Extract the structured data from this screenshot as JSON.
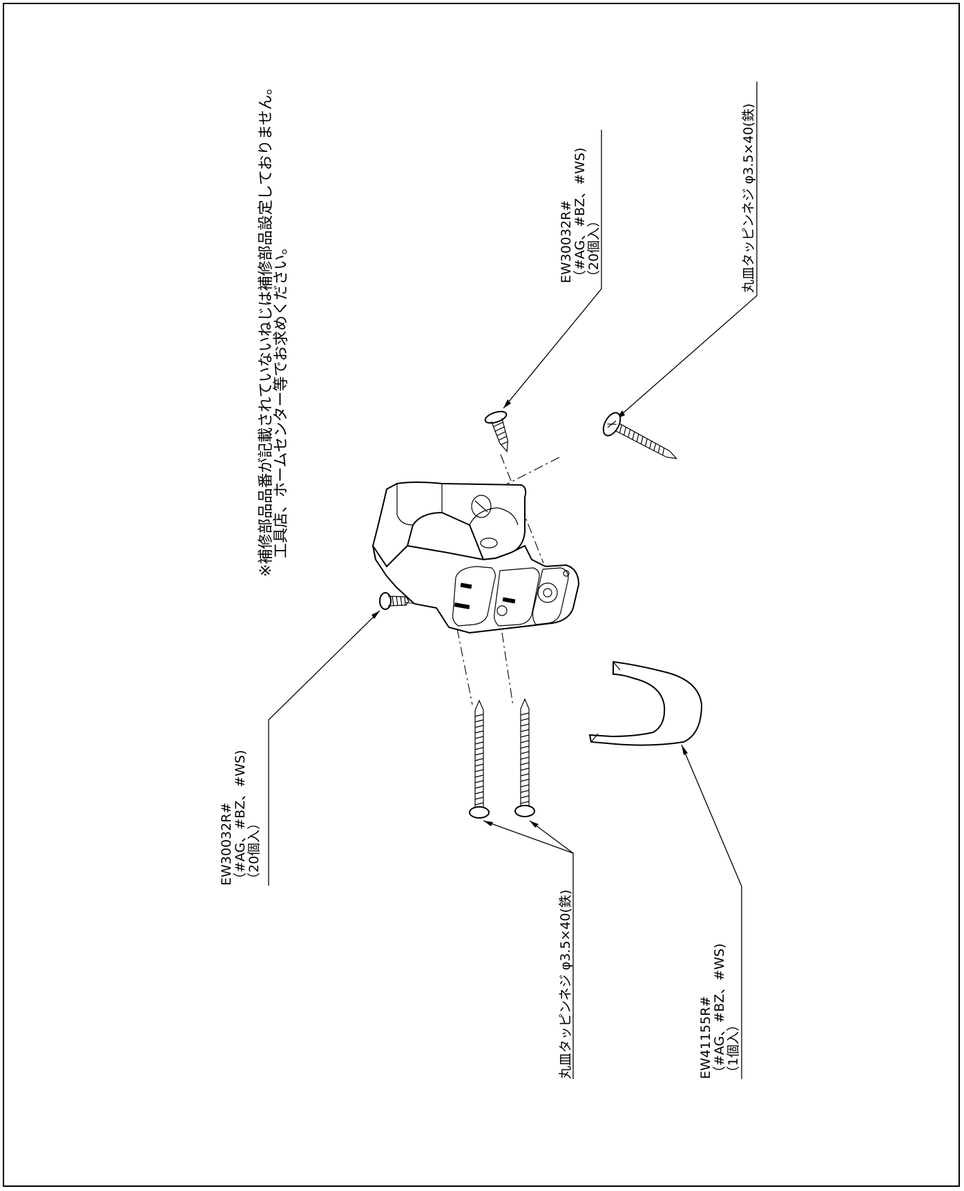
{
  "note": {
    "line1": "※補修部品品番が記載されていないねじは補修部品設定しておりません。",
    "line2": "工具店、ホームセンター等でお求めください。"
  },
  "labels": {
    "screw_top": {
      "part_no": "EW30032R#",
      "colors": "（#AG、#BZ、#WS)",
      "qty": "（20個入）"
    },
    "screw_left": {
      "part_no": "EW30032R#",
      "colors": "（#AG、#BZ、#WS)",
      "qty": "（20個入）"
    },
    "tapping_top": "丸皿タッピンネジ φ3.5×40(鉄)",
    "tapping_bottom": "丸皿タッピンネジ φ3.5×40(鉄)",
    "cover": {
      "part_no": "EW41155R#",
      "colors": "（#AG、#BZ、#WS)",
      "qty": "（1個入）"
    }
  }
}
